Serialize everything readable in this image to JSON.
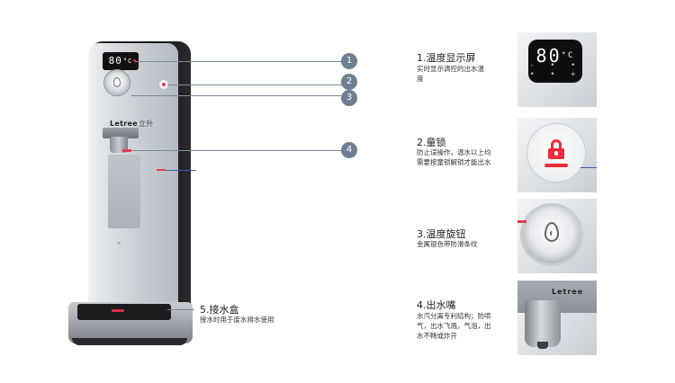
{
  "device": {
    "brand": "Letree",
    "brand_cn": "立升",
    "display_value": "80",
    "display_unit": "°C"
  },
  "callouts": {
    "numbers": [
      "1",
      "2",
      "3",
      "4"
    ],
    "item5": {
      "title": "5.接水盒",
      "desc": "接水时用于废水排水使用"
    }
  },
  "panels": [
    {
      "title": "1.温度显示屏",
      "desc": "实时显示调控的出水温度",
      "screen_value": "80",
      "screen_unit": "°C",
      "screen_controls": "- • • • • +"
    },
    {
      "title": "2.童锁",
      "desc": "防止误操作，温水以上均需要按童锁解锁才能出水"
    },
    {
      "title": "3.温度旋钮",
      "desc": "金属银色带防滑条纹"
    },
    {
      "title": "4.出水嘴",
      "desc": "水汽分离专利结构；防喷气，出水飞溅，气泡，出水不畅或炸开",
      "spout_logo": "Letree"
    }
  ],
  "colors": {
    "badge": "#6e7f92",
    "accent_red": "#e0404c",
    "leader": "#7a8a99"
  }
}
